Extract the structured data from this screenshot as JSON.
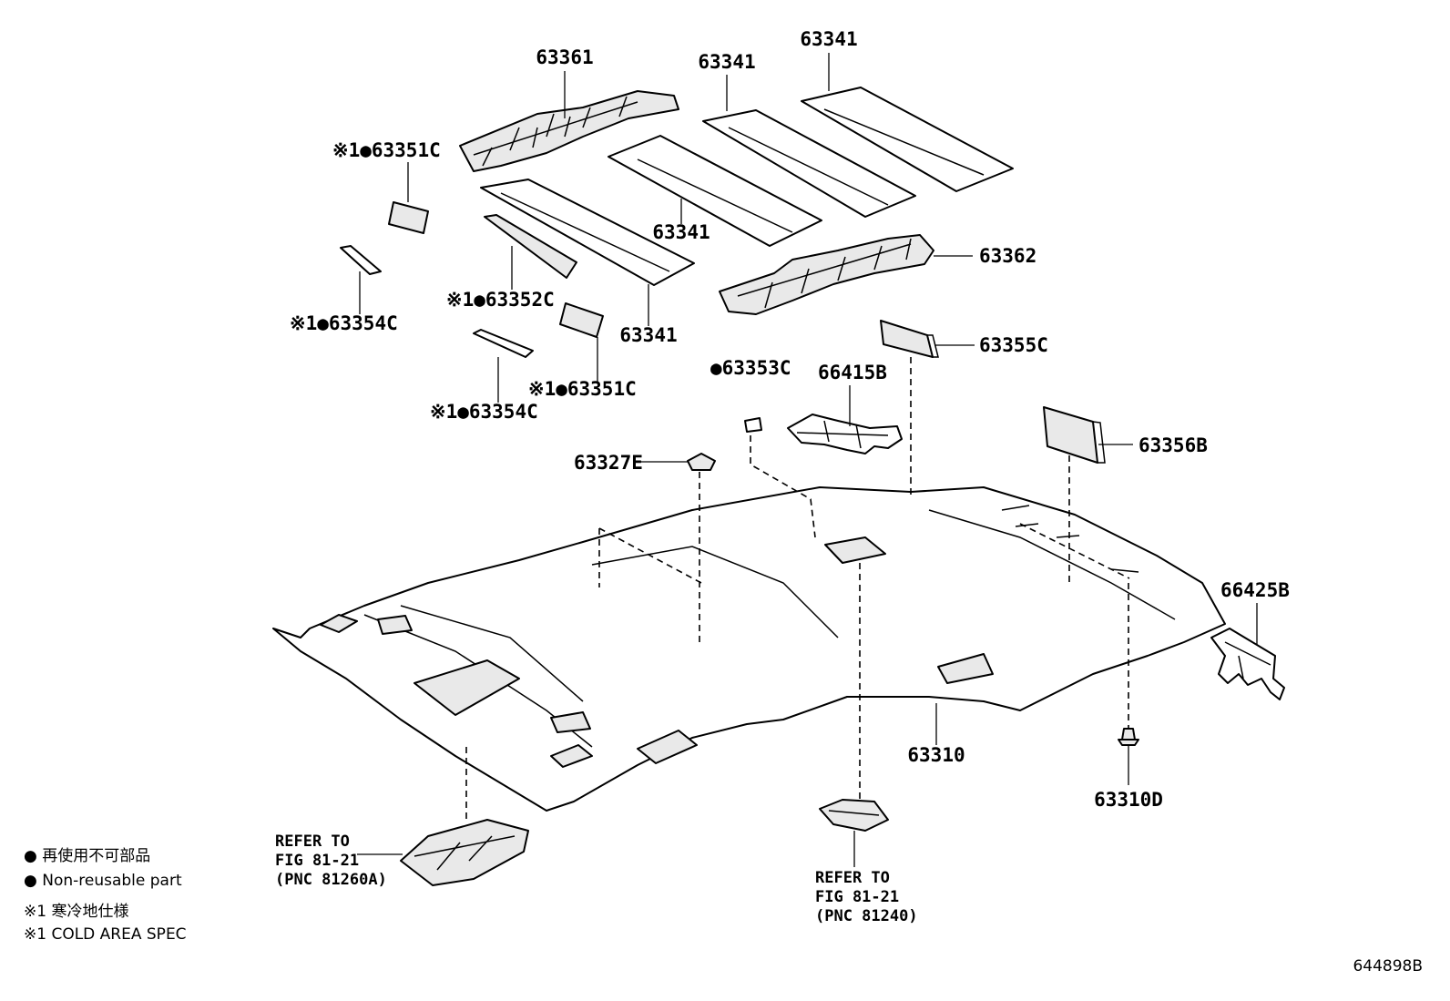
{
  "labels": {
    "p63361": "63361",
    "p63341_a": "63341",
    "p63341_b": "63341",
    "p63341_c": "63341",
    "p63341_d": "63341",
    "p63351c_a": "※1●63351C",
    "p63351c_b": "※1●63351C",
    "p63354c_a": "※1●63354C",
    "p63354c_b": "※1●63354C",
    "p63352c": "※1●63352C",
    "p63362": "63362",
    "p63355c": "63355C",
    "p63353c": "●63353C",
    "p66415b": "66415B",
    "p63327e": "63327E",
    "p63356b": "63356B",
    "p66425b": "66425B",
    "p63310": "63310",
    "p63310d": "63310D"
  },
  "refer_left": {
    "line1": "REFER TO",
    "line2": "FIG 81-21",
    "line3": "(PNC 81260A)"
  },
  "refer_right": {
    "line1": "REFER TO",
    "line2": "FIG 81-21",
    "line3": "(PNC 81240)"
  },
  "legend": {
    "jp_nonreusable": "● 再使用不可部品",
    "en_nonreusable": "● Non-reusable part",
    "jp_cold": "※1 寒冷地仕様",
    "en_cold": "※1 COLD AREA SPEC"
  },
  "figure_code": "644898B"
}
